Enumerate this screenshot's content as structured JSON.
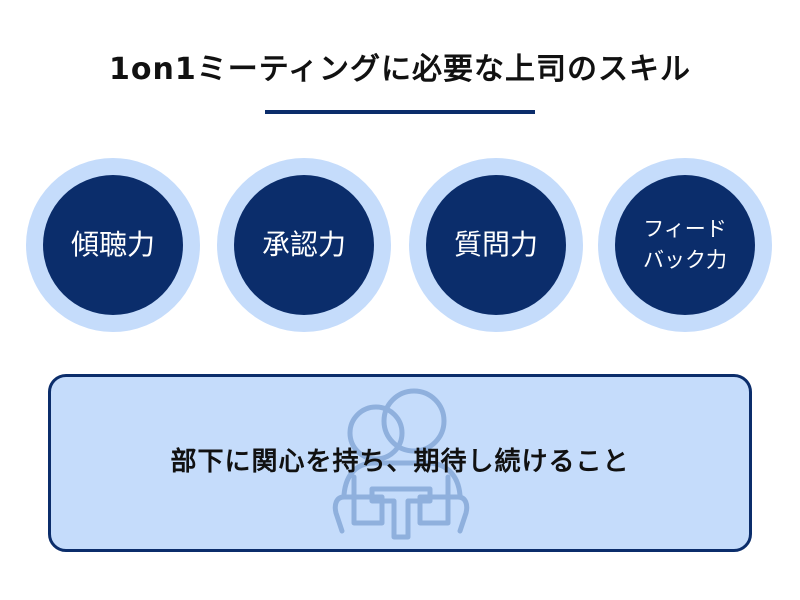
{
  "title": "1on1ミーティングに必要な上司のスキル",
  "skills": [
    {
      "label": "傾聴力"
    },
    {
      "label": "承認力"
    },
    {
      "label": "質問力"
    },
    {
      "label_line1": "フィード",
      "label_line2": "バック力"
    }
  ],
  "panel": {
    "text": "部下に関心を持ち、期待し続けること",
    "icon": "people-meeting-icon"
  },
  "colors": {
    "navy": "#0b2d6b",
    "light_blue": "#c5dcfb",
    "icon_stroke": "#8fb0dd"
  }
}
